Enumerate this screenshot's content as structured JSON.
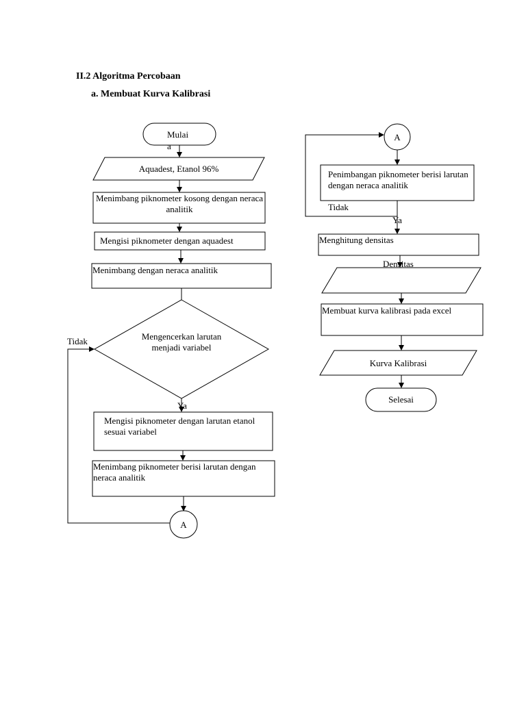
{
  "document": {
    "section_heading": "II.2 Algoritma Percobaan",
    "subsection_heading": "a.   Membuat Kurva Kalibrasi"
  },
  "flowchart_left": {
    "start": "Mulai",
    "start_stray": "a",
    "input_materials": "Aquadest, Etanol 96%",
    "weigh_empty": "Menimbang piknometer kosong dengan neraca analitik",
    "fill_aquadest": "Mengisi piknometer dengan aquadest",
    "weigh_balance": "Menimbang dengan neraca analitik",
    "decision_dilute": "Mengencerkan larutan menjadi variabel",
    "label_no": "Tidak",
    "label_yes": "Ya",
    "fill_ethanol": "Mengisi piknometer dengan larutan etanol sesuai variabel",
    "weigh_filled": "Menimbang piknometer berisi larutan dengan neraca analitik",
    "connector": "A"
  },
  "flowchart_right": {
    "connector": "A",
    "weighing_filled": "Penimbangan piknometer berisi larutan dengan neraca analitik",
    "label_no": "Tidak",
    "label_yes": "Ya",
    "calc_density": "Menghitung densitas",
    "output_density": "Densitas",
    "make_curve": "Membuat kurva kalibrasi pada excel",
    "output_curve": "Kurva Kalibrasi",
    "end": "Selesai"
  }
}
